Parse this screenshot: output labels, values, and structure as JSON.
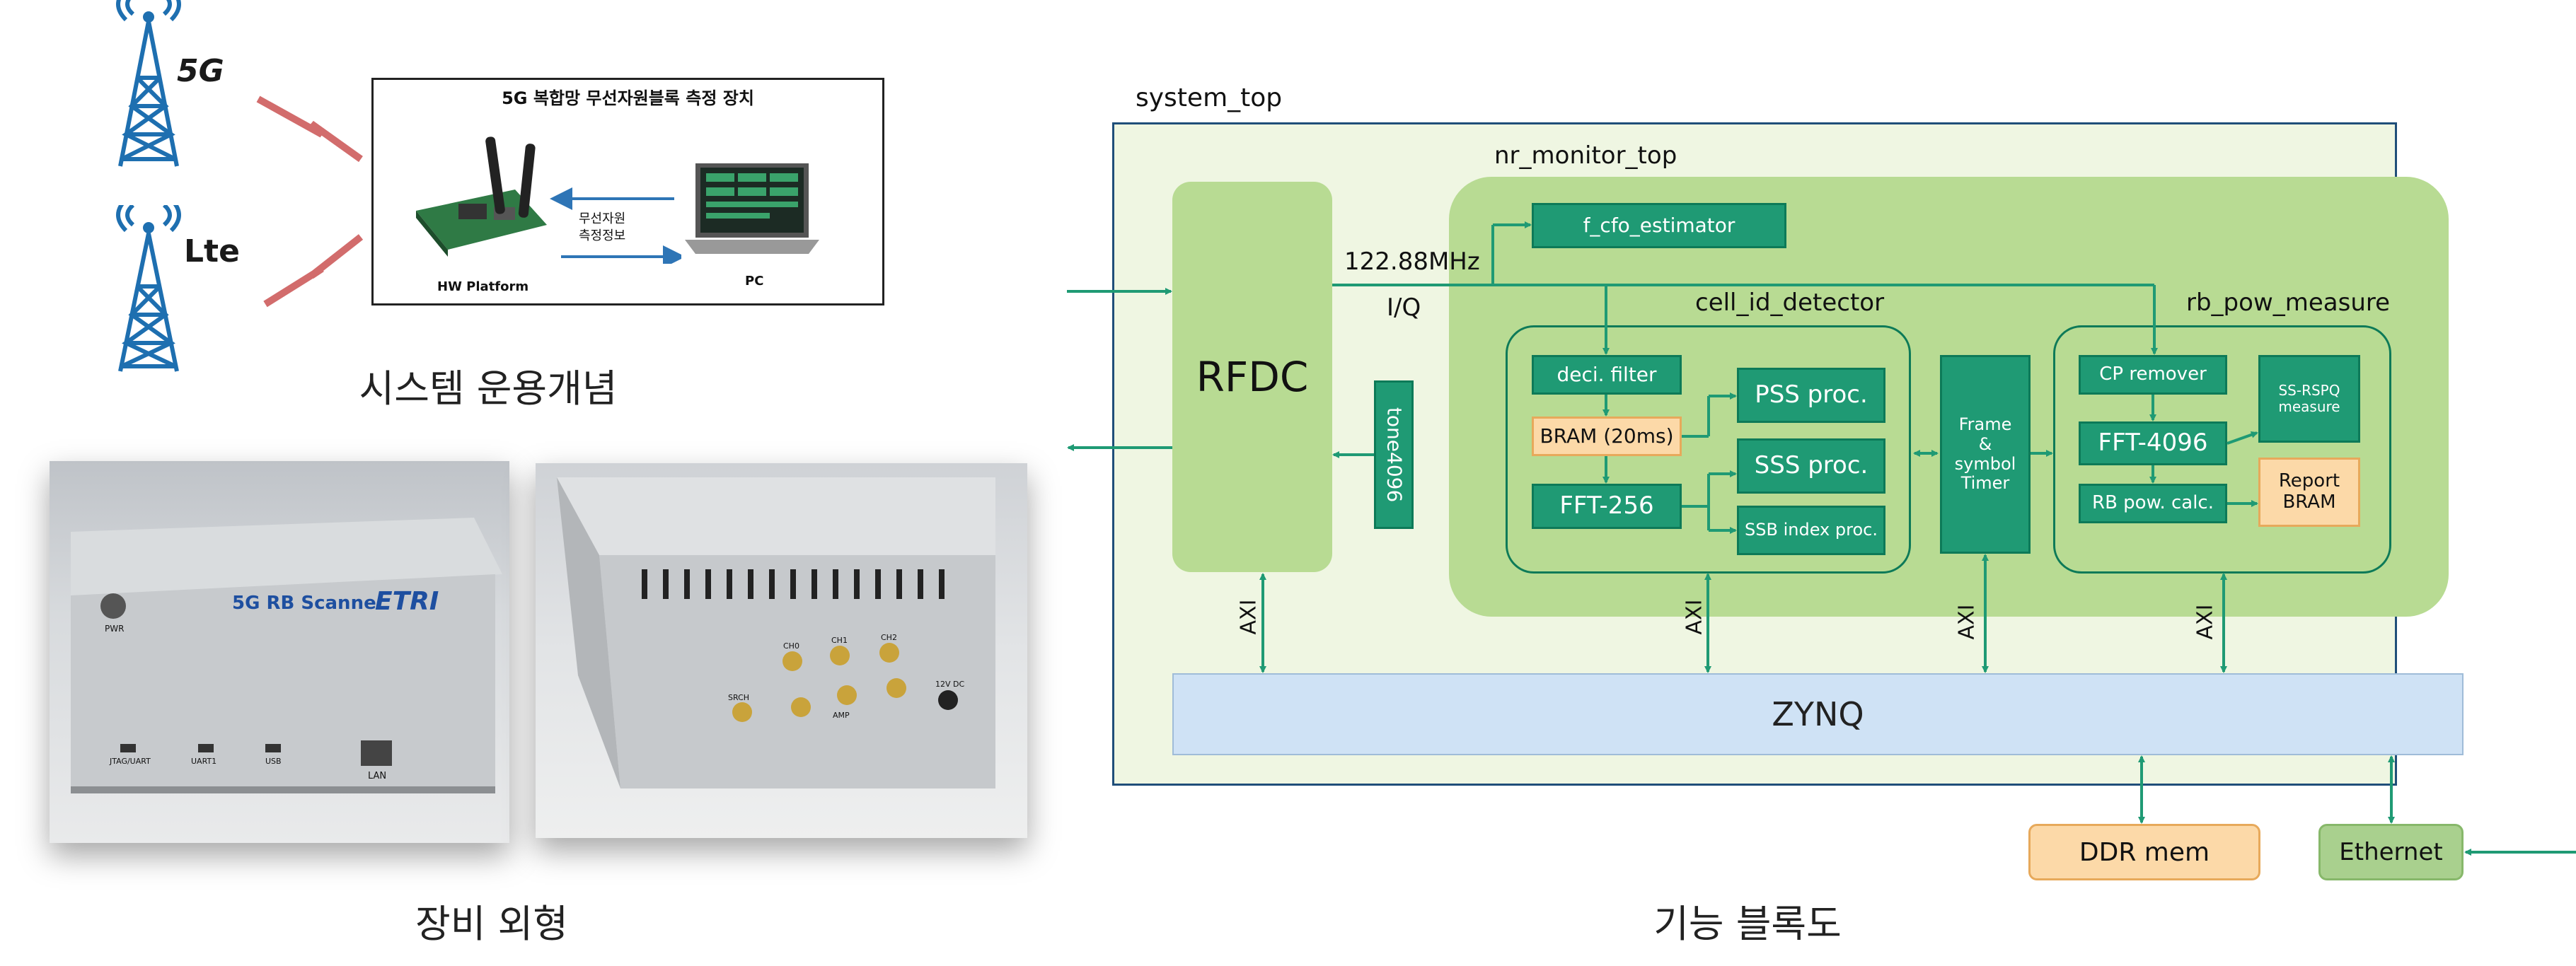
{
  "left": {
    "tower_5g_badge": "5G",
    "tower_lte_badge": "Lte",
    "concept_box": {
      "title": "5G 복합망 무선자원블록 측정 장치",
      "arrow_text_line1": "무선자원",
      "arrow_text_line2": "측정정보",
      "hw_label": "HW Platform",
      "pc_label": "PC"
    },
    "caption_concept": "시스템 운용개념",
    "photo_front": {
      "brand_prefix": "5G RB Scanner",
      "brand_name": "ETRI",
      "pwr": "PWR",
      "ports": [
        "JTAG/UART",
        "UART1",
        "USB",
        "LAN"
      ]
    },
    "photo_back": {
      "ports": [
        "CH0",
        "CH1",
        "CH2",
        "SRCH",
        "AMP",
        "12V DC"
      ]
    },
    "caption_device": "장비 외형"
  },
  "diagram": {
    "system_top": "system_top",
    "nr_monitor_top": "nr_monitor_top",
    "rfdc": "RFDC",
    "tone": "tone4096",
    "freq": "122.88MHz",
    "iq": "I/Q",
    "cfo": "f_cfo_estimator",
    "cell_id_detector": "cell_id_detector",
    "rb_pow_measure": "rb_pow_measure",
    "deci": "deci. filter",
    "bram": "BRAM (20ms)",
    "fft256": "FFT-256",
    "pss": "PSS proc.",
    "sss": "SSS proc.",
    "ssb": "SSB index proc.",
    "timer": "Frame\n&\nsymbol\nTimer",
    "cp": "CP remover",
    "fft4096": "FFT-4096",
    "rbpow": "RB pow. calc.",
    "ssrspq": "SS-RSPQ\nmeasure",
    "report": "Report\nBRAM",
    "zynq": "ZYNQ",
    "axi": "AXI",
    "ddr": "DDR mem",
    "ethernet": "Ethernet",
    "caption": "기능 블록도"
  },
  "colors": {
    "accent_green": "#1f9a74",
    "light_green": "#b5d98c",
    "panel_green": "#eff6e2",
    "zynq_blue": "#cfe2f5",
    "peach": "#fcd9a8"
  }
}
